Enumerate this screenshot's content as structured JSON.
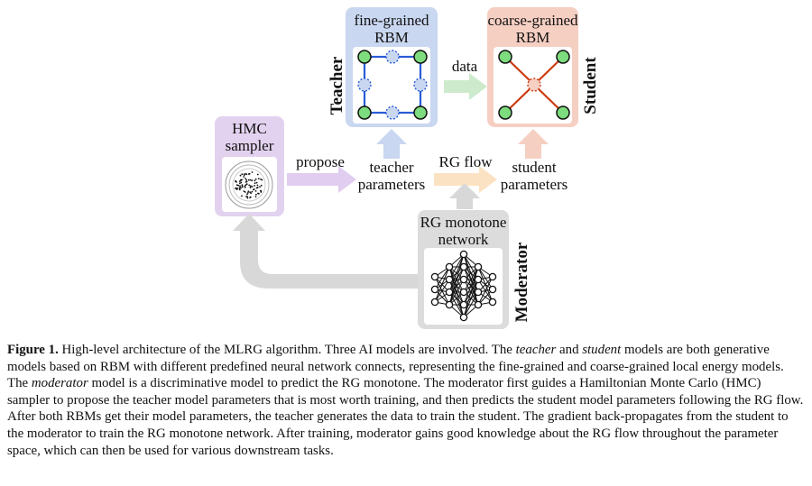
{
  "diagram": {
    "teacher": {
      "title_line1": "fine-grained",
      "title_line2": "RBM",
      "role": "Teacher"
    },
    "student": {
      "title_line1": "coarse-grained",
      "title_line2": "RBM",
      "role": "Student"
    },
    "hmc": {
      "line1": "HMC",
      "line2": "sampler"
    },
    "moderator": {
      "line1": "RG monotone",
      "line2": "network",
      "role": "Moderator"
    },
    "labels": {
      "data": "data",
      "propose": "propose",
      "rg_flow": "RG flow",
      "teacher_params_1": "teacher",
      "teacher_params_2": "parameters",
      "student_params_1": "student",
      "student_params_2": "parameters"
    },
    "colors": {
      "teacher_bg": "#c9d7f0",
      "student_bg": "#f6cfc3",
      "hmc_bg": "#e3d2ef",
      "moderator_bg": "#dcdcdc",
      "data_arrow": "#cdeacd",
      "propose_arrow": "#e0cdef",
      "rgflow_arrow": "#fbe2c2",
      "grey_arrow": "#d8d8d8",
      "node_green": "#7ddc7d",
      "teacher_edge": "#2a5bd7",
      "student_edge": "#cc3a10"
    }
  },
  "caption": {
    "figure_label": "Figure 1.",
    "s1": " High-level architecture of the MLRG algorithm. Three AI models are involved. The ",
    "teacher_word": "teacher",
    "s2": " and ",
    "student_word": "student",
    "s3": " models are both generative models based on RBM with different predefined neural network connects, representing the fine-grained and coarse-grained local energy models. The ",
    "moderator_word": "moderator",
    "s4": " model is a discriminative model to predict the RG monotone. The moderator first guides a Hamiltonian Monte Carlo (HMC) sampler to propose the teacher model parameters that is most worth training, and then predicts the student model parameters following the RG flow. After both RBMs get their model parameters, the teacher generates the data to train the student. The gradient back-propagates from the student to the moderator to train the RG monotone network. After training, moderator gains good knowledge about the RG flow throughout the parameter space, which can then be used for various downstream tasks."
  }
}
